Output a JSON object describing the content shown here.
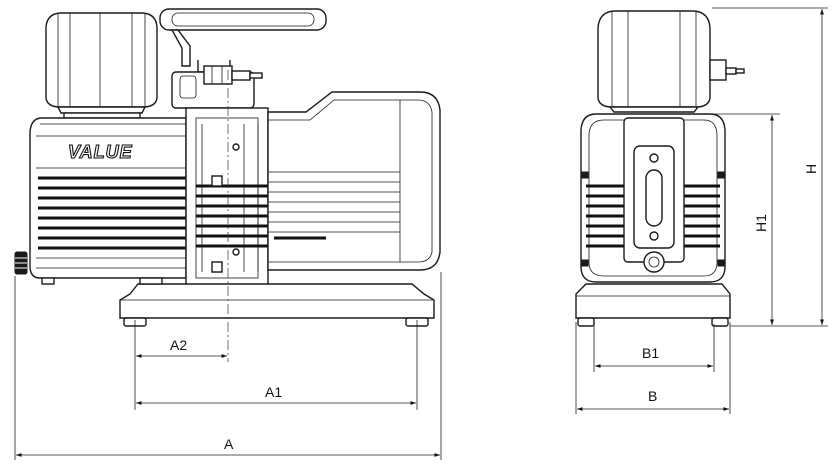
{
  "brand": {
    "logo_text": "VALUE"
  },
  "dimensions": {
    "a": "A",
    "a1": "A1",
    "a2": "A2",
    "b": "B",
    "b1": "B1",
    "h": "H",
    "h1": "H1"
  }
}
